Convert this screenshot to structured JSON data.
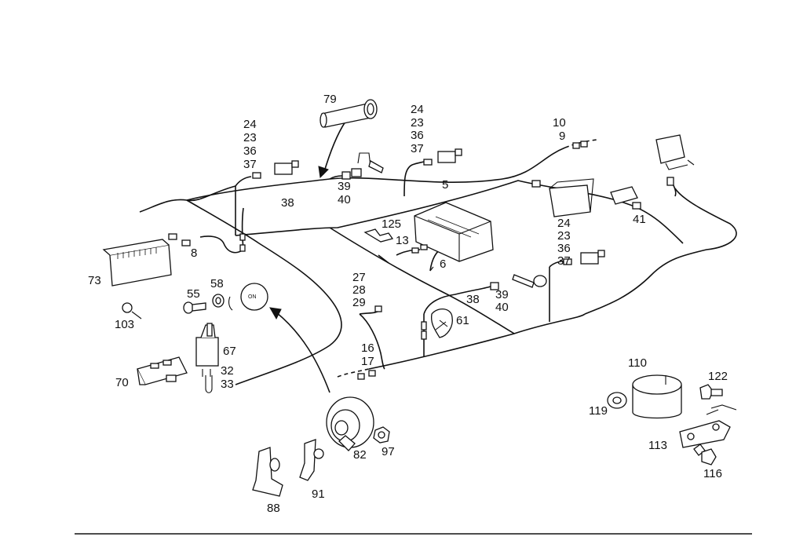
{
  "labels": {
    "p79": "79",
    "p24a": "24",
    "p23a": "23",
    "p36a": "36",
    "p37a": "37",
    "p24b": "24",
    "p23b": "23",
    "p36b": "36",
    "p37b": "37",
    "p10": "10",
    "p9": "9",
    "p39a": "39",
    "p40a": "40",
    "p38a": "38",
    "p5": "5",
    "p125": "125",
    "p13": "13",
    "p6": "6",
    "p8": "8",
    "p73": "73",
    "p41": "41",
    "p24c": "24",
    "p23c": "23",
    "p36c": "36",
    "p37c": "37",
    "p27": "27",
    "p28": "28",
    "p29": "29",
    "p38b": "38",
    "p39b": "39",
    "p40b": "40",
    "p61": "61",
    "p58": "58",
    "p55": "55",
    "p103": "103",
    "p67": "67",
    "p32": "32",
    "p33": "33",
    "p70": "70",
    "p16": "16",
    "p17": "17",
    "p82": "82",
    "p97": "97",
    "p88": "88",
    "p91": "91",
    "p110": "110",
    "p122": "122",
    "p119": "119",
    "p113": "113",
    "p116": "116"
  }
}
